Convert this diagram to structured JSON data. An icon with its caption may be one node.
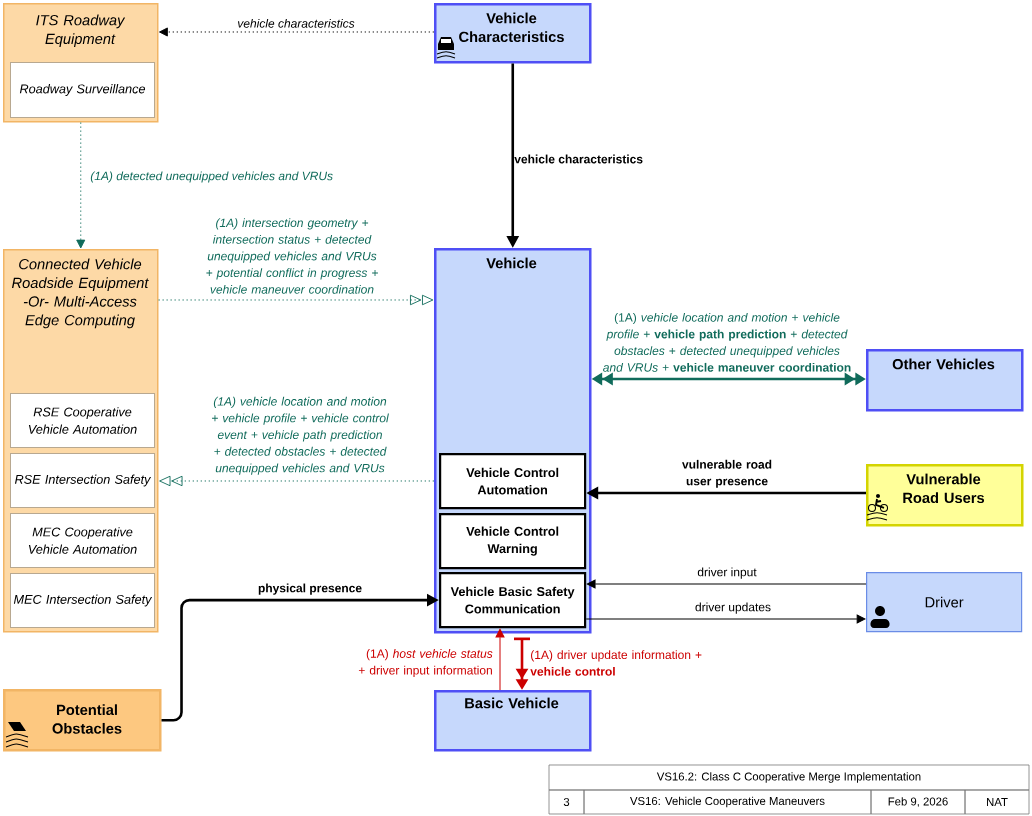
{
  "diagram": {
    "nodes": [
      {
        "text": [
          "ITS Roadway Equipment"
        ]
      },
      {
        "text": [
          "Roadway Surveillance"
        ],
        "in": 0
      },
      {
        "text": [
          "Vehicle Characteristics"
        ]
      },
      {
        "text": [
          "Connected Vehicle Roadside Equipment -Or- Multi-Access Edge Computing"
        ]
      },
      {
        "text": [
          "RSE Cooperative Vehicle Automation"
        ],
        "in": 3
      },
      {
        "text": [
          "RSE Intersection Safety"
        ],
        "in": 3
      },
      {
        "text": [
          "MEC Cooperative Vehicle Automation"
        ],
        "in": 3
      },
      {
        "text": [
          "MEC Intersection Safety"
        ],
        "in": 3
      },
      {
        "text": [
          "Vehicle"
        ]
      },
      {
        "text": [
          "Vehicle Control Automation"
        ],
        "in": 8
      },
      {
        "text": [
          "Vehicle Control Warning"
        ],
        "in": 8
      },
      {
        "text": [
          "Vehicle Basic Safety Communication"
        ],
        "in": 8
      },
      {
        "text": [
          "Other Vehicles"
        ]
      },
      {
        "text": [
          "Vulnerable Road Users"
        ]
      },
      {
        "text": [
          "Driver"
        ]
      },
      {
        "text": [
          "Basic Vehicle"
        ]
      },
      {
        "text": [
          "Potential Obstacles"
        ]
      }
    ],
    "edges": [
      {
        "from": 2,
        "to": 0,
        "arrow": "to",
        "label": "vehicle characteristics",
        "style": "dashed"
      },
      {
        "from": 2,
        "to": 8,
        "arrow": "to",
        "label": "vehicle characteristics",
        "style": "thick"
      },
      {
        "from": 0,
        "to": 3,
        "arrow": "to",
        "label": "(1A) detected unequipped vehicles and VRUs",
        "style": "dashed",
        "color": "#106b5b"
      },
      {
        "from": 3,
        "to": 8,
        "arrow": "to",
        "label": "(1A) intersection geometry + intersection status + detected unequipped vehicles and VRUs + potential conflict in progress + vehicle maneuver coordination",
        "style": "dashed",
        "color": "#106b5b"
      },
      {
        "from": 8,
        "to": 3,
        "arrow": "to",
        "label": "(1A) vehicle location and motion + vehicle profile + vehicle control event + vehicle path prediction + detected obstacles + detected unequipped vehicles and VRUs",
        "style": "dashed",
        "color": "#106b5b"
      },
      {
        "from": 8,
        "to": 12,
        "arrow": "both",
        "label": "(1A) *vehicle location and motion* + *vehicle profile* + **vehicle path prediction** + *detected obstacles* + *detected unequipped vehicles and VRUs* + **vehicle maneuver coordination**",
        "style": "thick",
        "color": "#106b5b"
      },
      {
        "from": 13,
        "to": 9,
        "arrow": "to",
        "label": "vulnerable road user presence",
        "style": "thick"
      },
      {
        "from": 14,
        "to": 11,
        "arrow": "to",
        "label": "driver input"
      },
      {
        "from": 11,
        "to": 14,
        "arrow": "to",
        "label": "driver updates"
      },
      {
        "from": 16,
        "to": 11,
        "arrow": "to",
        "label": "physical presence",
        "style": "thick"
      },
      {
        "from": 15,
        "to": 11,
        "arrow": "to",
        "label": "(1A) *host vehicle status* + driver input information",
        "color": "#cc0000"
      },
      {
        "from": 11,
        "to": 15,
        "arrow": "to",
        "label": "(1A) driver update information + **vehicle control**",
        "style": "thick",
        "color": "#cc0000"
      }
    ],
    "labels": [
      "VS16.2: Class C Cooperative Merge Implementation",
      "3",
      "VS16: Vehicle Cooperative Maneuvers",
      "Feb 9, 2026",
      "NAT"
    ]
  }
}
